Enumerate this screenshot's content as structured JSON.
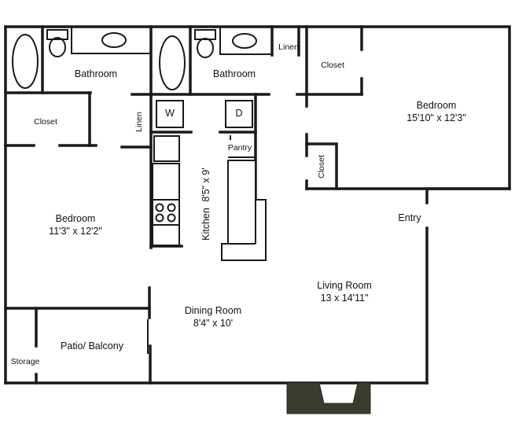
{
  "floor_plan": {
    "rooms": {
      "bathroom_1": {
        "name": "Bathroom"
      },
      "bathroom_2": {
        "name": "Bathroom"
      },
      "linen_1": {
        "name": "Linen"
      },
      "linen_2": {
        "name": "Linen"
      },
      "closet_left": {
        "name": "Closet"
      },
      "closet_top_right": {
        "name": "Closet"
      },
      "closet_side_right": {
        "name": "Closet"
      },
      "bedroom_master": {
        "name": "Bedroom",
        "dimensions": "15'10\" x 12'3\""
      },
      "bedroom_second": {
        "name": "Bedroom",
        "dimensions": "11'3\" x 12'2\""
      },
      "kitchen": {
        "name": "Kitchen",
        "dimensions": "8'5\" x 9'"
      },
      "pantry": {
        "name": "Pantry"
      },
      "washer": {
        "name": "W"
      },
      "dryer": {
        "name": "D"
      },
      "entry": {
        "name": "Entry"
      },
      "living_room": {
        "name": "Living Room",
        "dimensions": "13 x 14'11\""
      },
      "dining_room": {
        "name": "Dining Room",
        "dimensions": "8'4\" x 10'"
      },
      "patio": {
        "name": "Patio/ Balcony"
      },
      "storage": {
        "name": "Storage"
      }
    },
    "colors": {
      "wall": "#1a1a1a",
      "fireplace": "#3a3d2e",
      "background": "#ffffff"
    }
  }
}
